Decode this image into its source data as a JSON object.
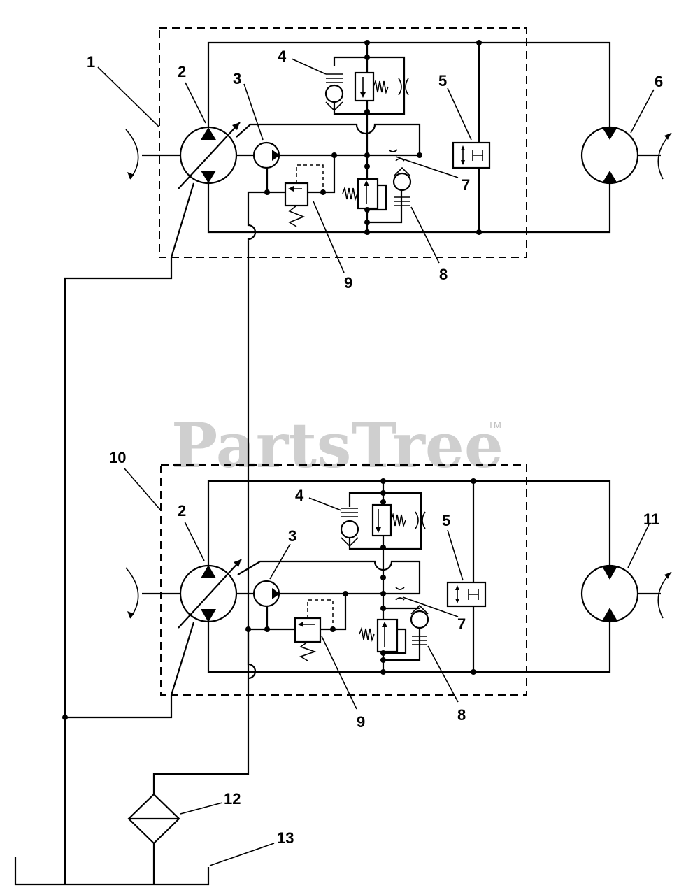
{
  "watermark": {
    "brand": "PartsTree",
    "trademark": "TM"
  },
  "callouts": {
    "c1": "1",
    "c2a": "2",
    "c3a": "3",
    "c4a": "4",
    "c5a": "5",
    "c6": "6",
    "c7a": "7",
    "c8a": "8",
    "c9a": "9",
    "c10": "10",
    "c2b": "2",
    "c3b": "3",
    "c4b": "4",
    "c5b": "5",
    "c11": "11",
    "c7b": "7",
    "c8b": "8",
    "c9b": "9",
    "c12": "12",
    "c13": "13"
  }
}
